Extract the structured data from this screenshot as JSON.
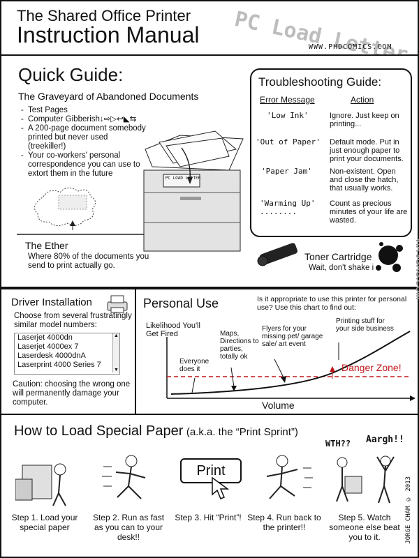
{
  "header": {
    "title_line1": "The Shared Office Printer",
    "title_line2": "Instruction Manual",
    "stamp": "PC Load Letter",
    "url": "WWW.PHDCOMICS.COM"
  },
  "quick_guide": {
    "title": "Quick Guide:",
    "graveyard_title": "The Graveyard of Abandoned Documents",
    "graveyard_items": [
      "Test Pages",
      "Computer Gibberish↓⇨▷↩◣⇆",
      "A 200-page document somebody printed but never used (treekiller!)",
      "Your co-workers' personal correspondence you can use to extort them in the future"
    ],
    "ether_title": "The Ether",
    "ether_text": "Where 80% of the documents you send to print actually go.",
    "printer_display": "PC LOAD LETTER",
    "toner_title": "Toner Cartridge",
    "toner_text": "Wait, don't shake i"
  },
  "troubleshooting": {
    "title": "Troubleshooting Guide:",
    "col_error": "Error Message",
    "col_action": "Action",
    "rows": [
      {
        "error": "'Low Ink'",
        "action": "Ignore. Just keep on printing..."
      },
      {
        "error": "'Out of Paper'",
        "action": "Default mode. Put in just enough paper to print your documents."
      },
      {
        "error": "'Paper Jam'",
        "action": "Non-existent. Open and close the hatch, that usually works."
      },
      {
        "error": "'Warming Up' ........",
        "action": "Count as precious minutes of your life are wasted."
      }
    ]
  },
  "driver": {
    "title": "Driver Installation",
    "subtitle": "Choose from several frustratingly similar model numbers:",
    "options": [
      "Laserjet 4000dn",
      "Laserjet 4000ex 7",
      "Laserdesk 4000dnA",
      "Laserprint 4000 Series 7"
    ],
    "caution": "Caution: choosing the wrong one will permanently damage your computer."
  },
  "personal_use": {
    "title": "Personal Use",
    "intro": "Is it appropriate to use this printer for personal use? Use this chart to find out:",
    "watermark": "VIA 9GAG.COM"
  },
  "chart_data": {
    "type": "line",
    "ylabel": "Likelihood You'll Get Fired",
    "xlabel": "Volume",
    "annotations": [
      "Everyone does it",
      "Maps, Directions to parties, totally ok",
      "Flyers for your missing pet/ garage sale/ art event",
      "Printing stuff for your side business"
    ],
    "threshold_label": "Danger Zone!",
    "colors": {
      "curve": "#111111",
      "threshold": "#c0171c"
    }
  },
  "load_paper": {
    "title": "How to Load Special Paper",
    "subtitle": "(a.k.a. the “Print Sprint”)",
    "print_button": "Print",
    "speech1": "WTH??",
    "speech2": "Aargh!!",
    "signature": "JORGE CHAM © 2013",
    "steps": [
      "Step 1. Load your special paper",
      "Step 2. Run as fast as you can to your desk!!",
      "Step 3. Hit “Print”!",
      "Step 4. Run back to the printer!!",
      "Step 5. Watch someone else beat you to it."
    ]
  }
}
